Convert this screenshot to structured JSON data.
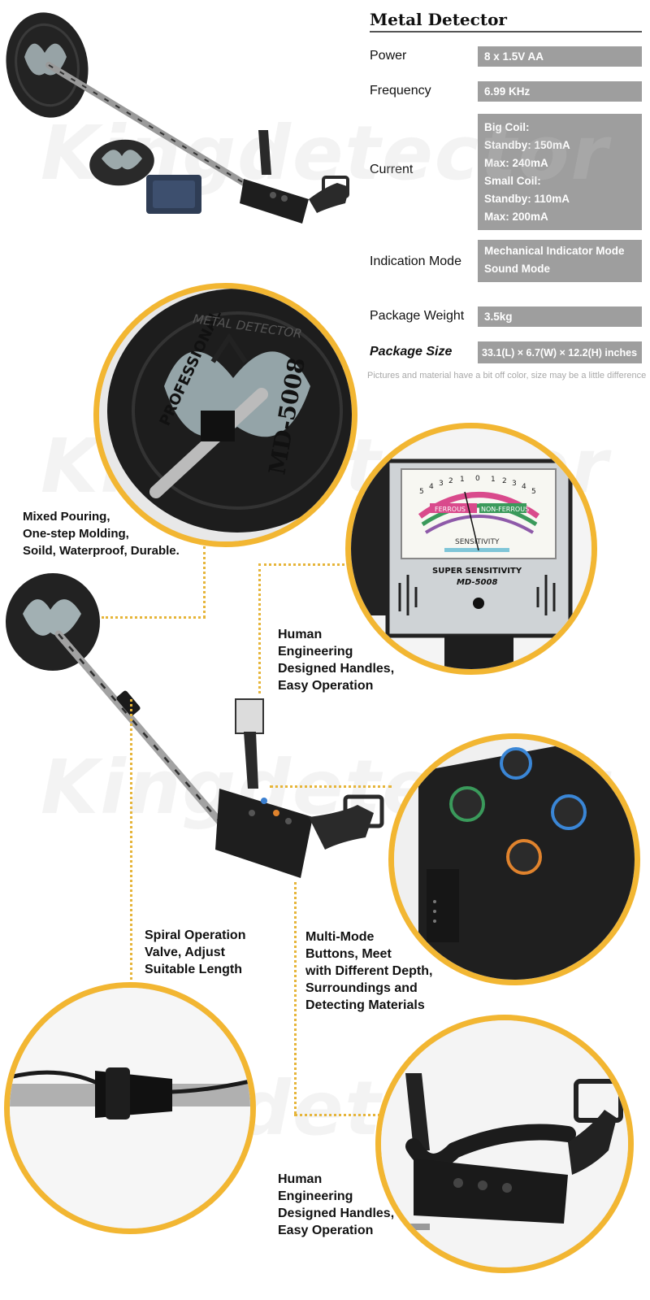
{
  "spec": {
    "title": "Metal Detector",
    "rows": [
      {
        "label": "Power",
        "value": "8 x 1.5V AA"
      },
      {
        "label": "Frequency",
        "value": "6.99 KHz"
      },
      {
        "label": "Current",
        "lines": [
          "Big Coil:",
          "Standby: 150mA",
          "Max: 240mA",
          "Small Coil:",
          "Standby: 110mA",
          "Max: 200mA"
        ]
      },
      {
        "label": "Indication Mode",
        "lines": [
          "Mechanical Indicator Mode",
          "Sound Mode"
        ]
      },
      {
        "label": "Package Weight",
        "value": "3.5kg"
      },
      {
        "label": "Package Size",
        "value": "33.1(L) × 6.7(W) × 12.2(H) inches"
      }
    ],
    "note": "Pictures and material have a bit off color, size may be a little difference"
  },
  "watermark": "Kingdetector",
  "coil": {
    "brand": "PROFESSIONAL",
    "model": "MD-5008",
    "top_text": "METAL DETECTOR"
  },
  "meter": {
    "left_scale": [
      "5",
      "4",
      "3",
      "2",
      "1",
      "0"
    ],
    "right_scale": [
      "1",
      "2",
      "3",
      "4",
      "5"
    ],
    "ferrous": "FERROUS",
    "non_ferrous": "NON-FERROUS",
    "sensitivity": "SENSITIVITY",
    "super_sensitivity": "SUPER SENSITIVITY",
    "model": "MD-5008"
  },
  "callouts": {
    "coil": [
      "Mixed Pouring,",
      "One-step Molding,",
      "Soild, Waterproof, Durable."
    ],
    "handle1": [
      "Human",
      "Engineering",
      "Designed Handles,",
      "Easy Operation"
    ],
    "spiral": [
      "Spiral Operation",
      "Valve, Adjust",
      "Suitable Length"
    ],
    "buttons": [
      "Multi-Mode",
      "Buttons, Meet",
      "with Different Depth,",
      "Surroundings and",
      "Detecting Materials"
    ],
    "handle2": [
      "Human",
      "Engineering",
      "Designed Handles,",
      "Easy Operation"
    ]
  },
  "colors": {
    "accent": "#f2b632",
    "spec_box": "#9e9e9e",
    "ferrous": "#d94a8c",
    "non_ferrous": "#3a9a5b"
  }
}
